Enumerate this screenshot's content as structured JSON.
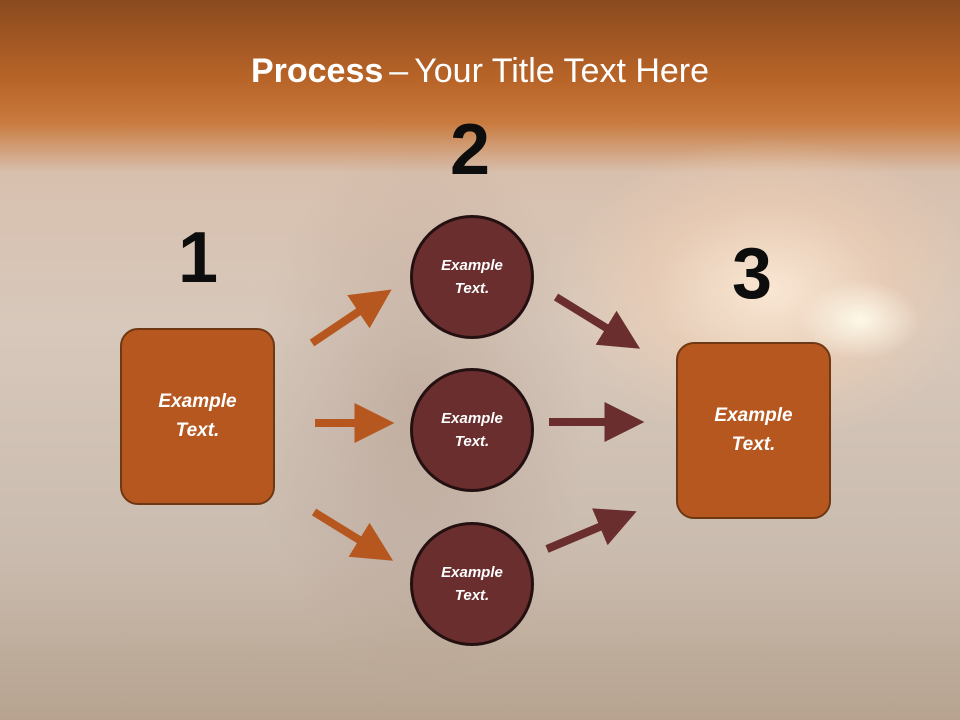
{
  "slide": {
    "title_bold": "Process",
    "title_dash": "–",
    "title_rest": "Your Title Text Here",
    "steps": [
      {
        "number": "1",
        "label": "Example Text."
      },
      {
        "number": "2",
        "label": "Example Text."
      },
      {
        "number": "3",
        "label": "Example Text."
      }
    ],
    "circles": [
      {
        "label": "Example Text."
      },
      {
        "label": "Example Text."
      },
      {
        "label": "Example Text."
      }
    ]
  },
  "colors": {
    "box_fill": "#b5571f",
    "circle_fill": "#6a2e2f",
    "arrow_orange": "#b5571f",
    "arrow_maroon": "#6a2e2f",
    "number_color": "#0d0d0d"
  }
}
